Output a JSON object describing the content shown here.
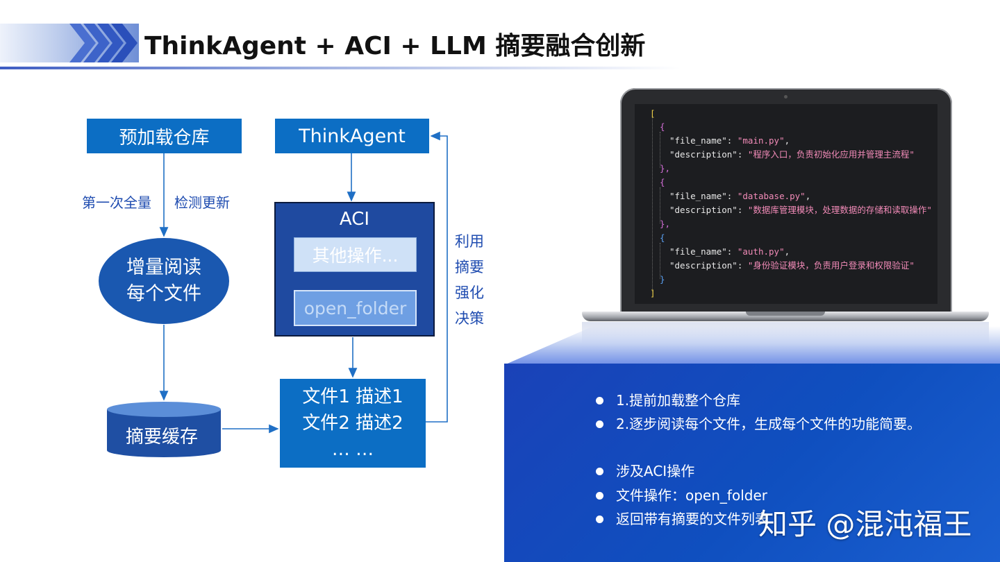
{
  "title": "ThinkAgent  + ACI + LLM 摘要融合创新",
  "diagram": {
    "preload_repo": "预加载仓库",
    "think_agent": "ThinkAgent",
    "edge_first_full": "第一次全量",
    "edge_detect_update": "检测更新",
    "incremental_read_line1": "增量阅读",
    "incremental_read_line2": "每个文件",
    "aci_title": "ACI",
    "aci_other_ops": "其他操作...",
    "aci_open_folder": "open_folder",
    "summary_cache": "摘要缓存",
    "output_line1": "文件1 描述1",
    "output_line2": "文件2 描述2",
    "output_line3": "… …",
    "feedback_label": [
      "利用",
      "摘要",
      "强化",
      "决策"
    ]
  },
  "code": {
    "lines": [
      {
        "indent": "",
        "open": "[",
        "bracket": "c-br1"
      },
      {
        "indent": "  ",
        "open": "{",
        "bracket": "c-br2"
      },
      {
        "key": "\"file_name\"",
        "value": "\"main.py\""
      },
      {
        "key": "\"description\"",
        "value": "\"程序入口，负责初始化应用并管理主流程\""
      },
      {
        "indent": "  ",
        "open": "},",
        "bracket": "c-br2"
      },
      {
        "indent": "  ",
        "open": "{",
        "bracket": "c-br2"
      },
      {
        "key": "\"file_name\"",
        "value": "\"database.py\""
      },
      {
        "key": "\"description\"",
        "value": "\"数据库管理模块，处理数据的存储和读取操作\""
      },
      {
        "indent": "  ",
        "open": "},",
        "bracket": "c-br2"
      },
      {
        "indent": "  ",
        "open": "{",
        "bracket": "c-br3"
      },
      {
        "key": "\"file_name\"",
        "value": "\"auth.py\""
      },
      {
        "key": "\"description\"",
        "value": "\"身份验证模块，负责用户登录和权限验证\""
      },
      {
        "indent": "  ",
        "open": "}",
        "bracket": "c-br3"
      },
      {
        "indent": "",
        "open": "]",
        "bracket": "c-br1"
      }
    ]
  },
  "panel": {
    "bullets": [
      "1.提前加载整个仓库",
      "2.逐步阅读每个文件，生成每个文件的功能简要。",
      "涉及ACI操作",
      "文件操作：open_folder",
      "返回带有摘要的文件列表"
    ]
  },
  "watermark": "知乎 @混沌福王"
}
